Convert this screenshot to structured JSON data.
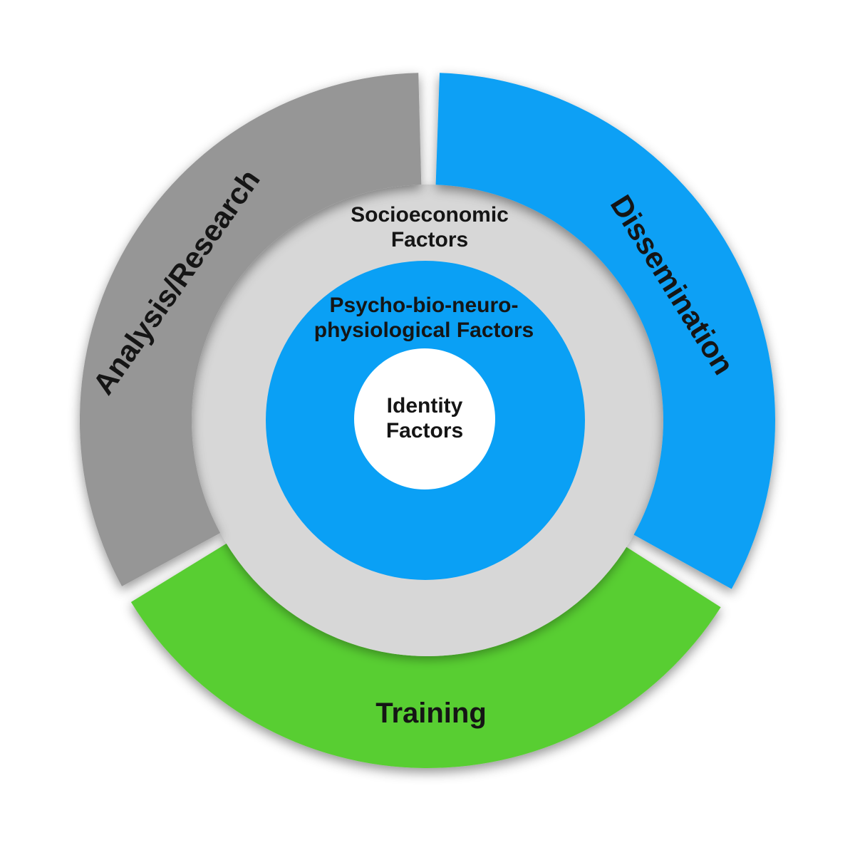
{
  "diagram": {
    "type": "concentric-ring-diagram",
    "colors": {
      "background": "#FFFFFF",
      "analysis_segment": "#969696",
      "dissemination_segment": "#0AA0F5",
      "training_segment": "#59CE32",
      "socioeconomic_ring": "#D7D7D7",
      "psycho_ring": "#0AA0F5",
      "identity_circle": "#FFFFFF",
      "text": "#151515"
    },
    "outer_segments": [
      {
        "label": "Analysis/Research",
        "color": "#969696",
        "position": "upper-left"
      },
      {
        "label": "Dissemination",
        "color": "#0AA0F5",
        "position": "right"
      },
      {
        "label": "Training",
        "color": "#59CE32",
        "position": "bottom"
      }
    ],
    "rings": [
      {
        "label": "Socioeconomic\nFactors",
        "color": "#D7D7D7",
        "level": "outer-inner-ring"
      },
      {
        "label": "Psycho-bio-neuro-\nphysiological Factors",
        "color": "#0AA0F5",
        "level": "middle-disc"
      },
      {
        "label": "Identity\nFactors",
        "color": "#FFFFFF",
        "level": "center-circle"
      }
    ]
  }
}
